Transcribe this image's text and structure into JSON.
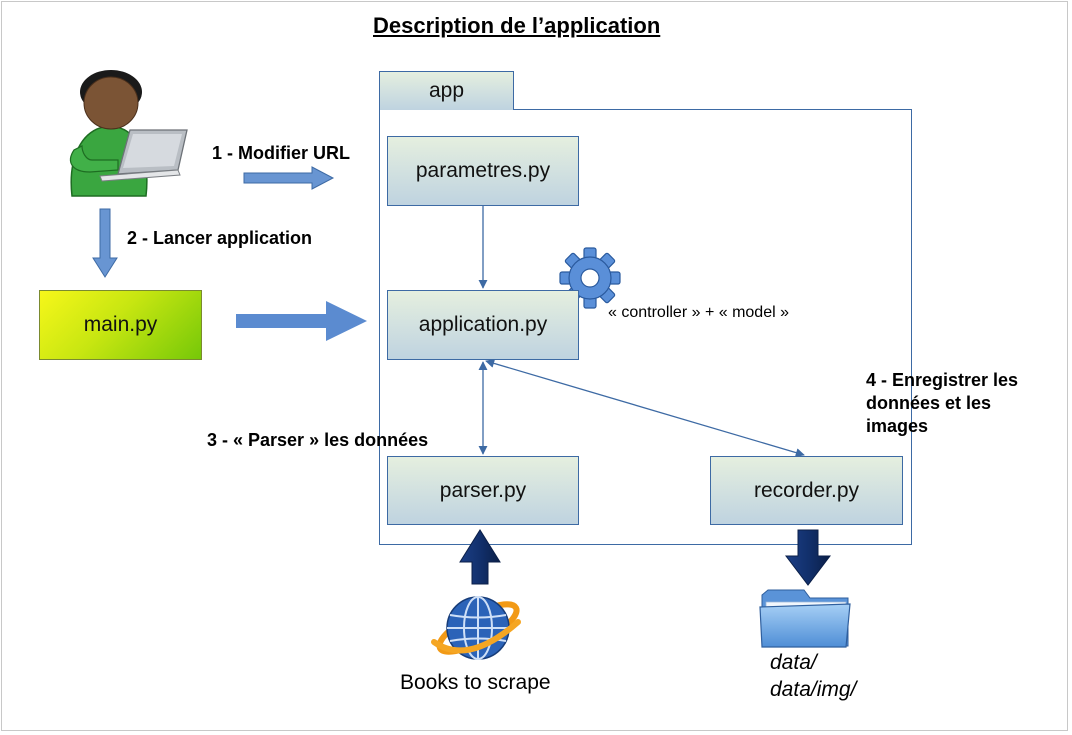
{
  "title": "Description de l’application",
  "steps": {
    "step1": "1 - Modifier URL",
    "step2": "2 - Lancer application",
    "step3": "3 - « Parser » les données",
    "step4_line1": "4 - Enregistrer les",
    "step4_line2": "données et les",
    "step4_line3": "images"
  },
  "package": {
    "label": "app"
  },
  "modules": {
    "main": "main.py",
    "parametres": "parametres.py",
    "application": "application.py",
    "parser": "parser.py",
    "recorder": "recorder.py"
  },
  "application_role": "« controller » + « model »",
  "source": {
    "label": "Books to scrape"
  },
  "output": {
    "line1": "data/",
    "line2": "data/img/"
  },
  "icons": {
    "user": "user-with-laptop-icon",
    "gear": "gear-icon",
    "globe": "globe-icon",
    "folder": "folder-icon"
  },
  "colors": {
    "box_border": "#3d6aa4",
    "arrow_fill": "#5b8bd0",
    "main_green": "#8fd40a",
    "main_yellow": "#f6f71a"
  }
}
